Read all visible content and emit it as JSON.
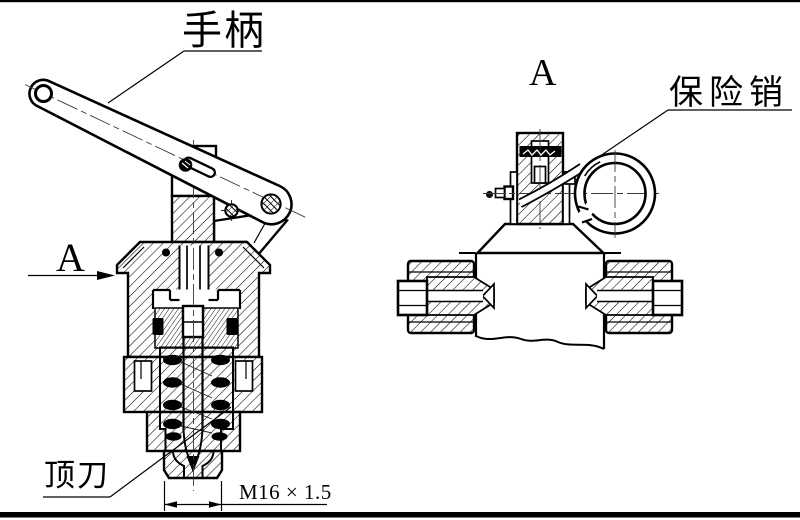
{
  "drawing": {
    "labels": {
      "handle": "手柄",
      "top_knife": "顶刀",
      "safety_pin": "保险销",
      "section_arrow": "A",
      "view_title": "A",
      "thread_dimension": "M16 × 1.5"
    },
    "colors": {
      "line": "#000000",
      "centerline": "#3a3a3a",
      "background": "#ffffff"
    }
  }
}
